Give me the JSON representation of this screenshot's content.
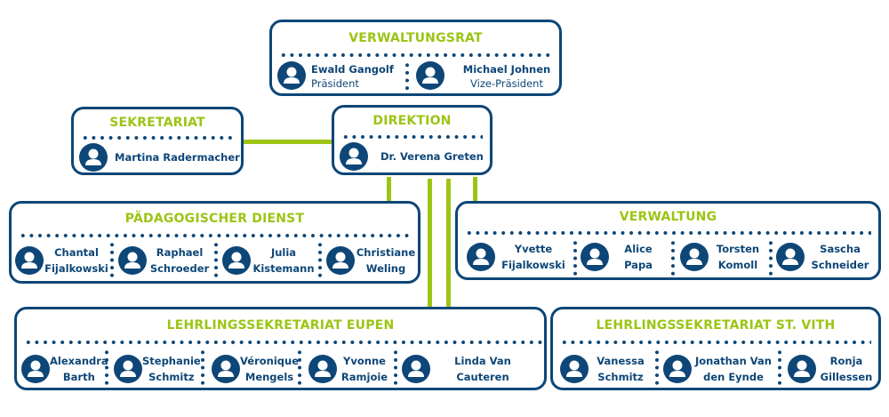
{
  "colors": {
    "primary": "#0d4677",
    "accent": "#9cc414",
    "background": "#ffffff"
  },
  "icon": "user-avatar-icon",
  "units": {
    "verwaltungsrat": {
      "title": "VERWALTUNGSRAT",
      "members": [
        {
          "name": "Ewald Gangolf",
          "role": "Präsident"
        },
        {
          "name": "Michael Johnen",
          "role": "Vize-Präsident"
        }
      ]
    },
    "sekretariat": {
      "title": "SEKRETARIAT",
      "members": [
        {
          "name": "Martina Radermacher"
        }
      ]
    },
    "direktion": {
      "title": "DIREKTION",
      "members": [
        {
          "name": "Dr. Verena Greten"
        }
      ]
    },
    "paedagogischer_dienst": {
      "title": "PÄDAGOGISCHER DIENST",
      "members": [
        {
          "line1": "Chantal",
          "line2": "Fijalkowski"
        },
        {
          "line1": "Raphael",
          "line2": "Schroeder"
        },
        {
          "line1": "Julia",
          "line2": "Kistemann"
        },
        {
          "line1": "Christiane",
          "line2": "Weling"
        }
      ]
    },
    "verwaltung": {
      "title": "VERWALTUNG",
      "members": [
        {
          "line1": "Yvette",
          "line2": "Fijalkowski"
        },
        {
          "line1": "Alice",
          "line2": "Papa"
        },
        {
          "line1": "Torsten",
          "line2": "Komoll"
        },
        {
          "line1": "Sascha",
          "line2": "Schneider"
        }
      ]
    },
    "lehrlingssekretariat_eupen": {
      "title": "LEHRLINGSSEKRETARIAT EUPEN",
      "members": [
        {
          "line1": "Alexandra",
          "line2": "Barth"
        },
        {
          "line1": "Stephanie",
          "line2": "Schmitz"
        },
        {
          "line1": "Véronique",
          "line2": "Mengels"
        },
        {
          "line1": "Yvonne",
          "line2": "Ramjoie"
        },
        {
          "line1": "Linda Van",
          "line2": "Cauteren"
        }
      ]
    },
    "lehrlingssekretariat_st_vith": {
      "title": "LEHRLINGSSEKRETARIAT ST. VITH",
      "members": [
        {
          "line1": "Vanessa",
          "line2": "Schmitz"
        },
        {
          "line1": "Jonathan Van",
          "line2": "den Eynde"
        },
        {
          "line1": "Ronja",
          "line2": "Gillessen"
        }
      ]
    }
  },
  "connections": [
    {
      "from": "Sekretariat",
      "to": "Direktion"
    },
    {
      "from": "Direktion",
      "to": "Pädagogischer Dienst"
    },
    {
      "from": "Direktion",
      "to": "Verwaltung"
    },
    {
      "from": "Direktion",
      "to": "Lehrlingssekretariat Eupen"
    },
    {
      "from": "Direktion",
      "to": "Lehrlingssekretariat St. Vith"
    }
  ]
}
